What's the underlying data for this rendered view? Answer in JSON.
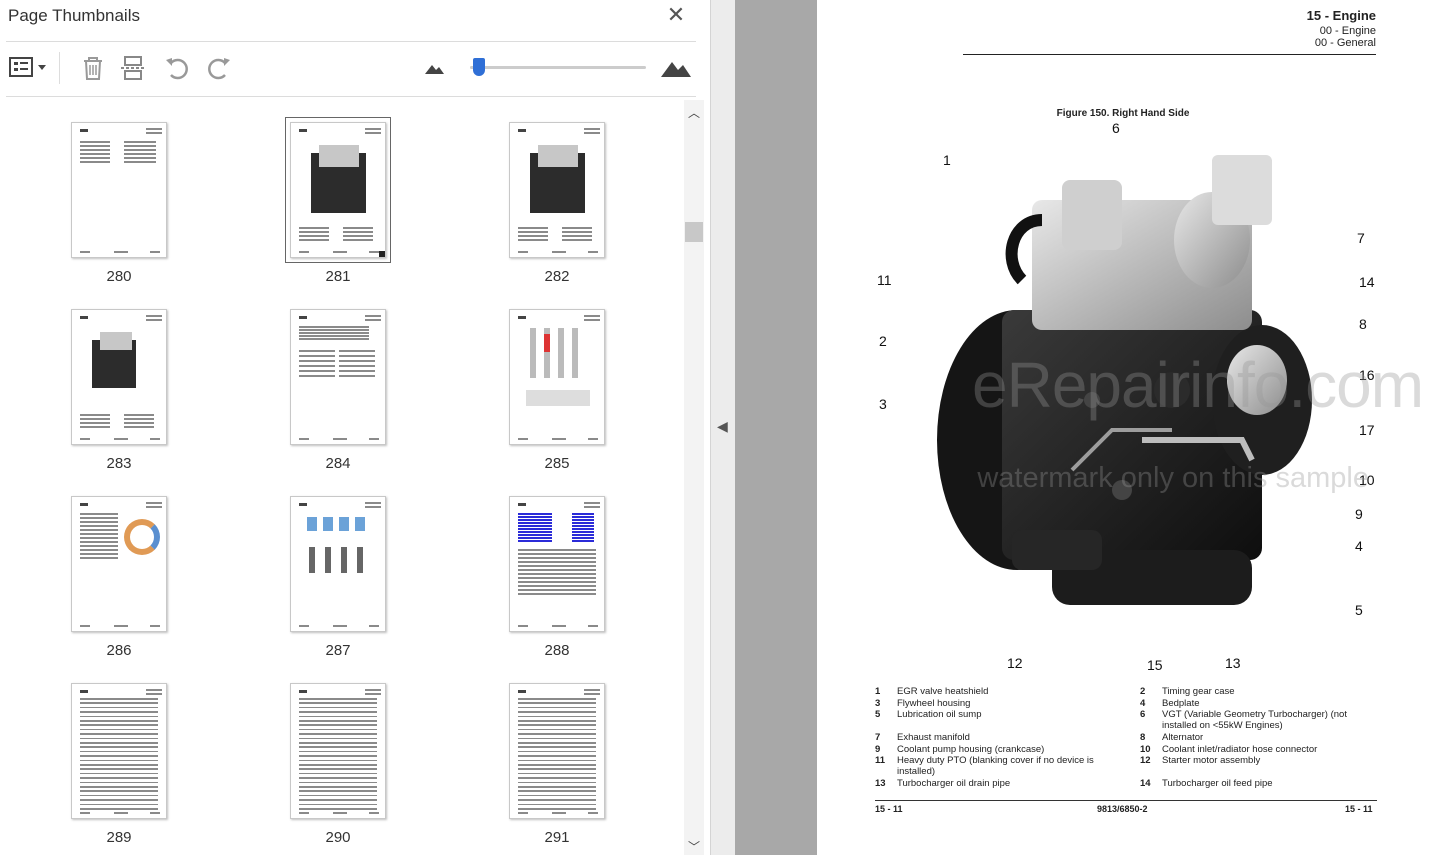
{
  "panel": {
    "title": "Page Thumbnails",
    "close_label": "✕",
    "toolbar": {
      "options_icon": "thumbnail-options-icon",
      "delete_icon": "trash-icon",
      "extract_icon": "extract-pages-icon",
      "rotate_ccw_icon": "rotate-counterclockwise-icon",
      "rotate_cw_icon": "rotate-clockwise-icon",
      "zoom_out_icon": "small-mountain-icon",
      "zoom_in_icon": "large-mountain-icon"
    },
    "thumbnail_size_value": 0.02,
    "selected_page": "281",
    "thumbnails": [
      {
        "label": "280",
        "kind": "text-list"
      },
      {
        "label": "281",
        "kind": "engine"
      },
      {
        "label": "282",
        "kind": "engine"
      },
      {
        "label": "283",
        "kind": "engine-small"
      },
      {
        "label": "284",
        "kind": "text-table"
      },
      {
        "label": "285",
        "kind": "injectors"
      },
      {
        "label": "286",
        "kind": "diagram-circle"
      },
      {
        "label": "287",
        "kind": "pistons"
      },
      {
        "label": "288",
        "kind": "blue-table"
      },
      {
        "label": "289",
        "kind": "dense-table"
      },
      {
        "label": "290",
        "kind": "dense-table"
      },
      {
        "label": "291",
        "kind": "dense-table"
      }
    ]
  },
  "doc": {
    "header_chapter": "15 - Engine",
    "header_section": "00 - Engine",
    "header_subsection": "00 - General",
    "figure_title": "Figure 150. Right Hand Side",
    "callouts": [
      "1",
      "6",
      "11",
      "7",
      "14",
      "2",
      "8",
      "3",
      "16",
      "17",
      "10",
      "9",
      "4",
      "5",
      "12",
      "15",
      "13"
    ],
    "legend": [
      {
        "n": "1",
        "t": "EGR valve heatshield"
      },
      {
        "n": "2",
        "t": "Timing gear case"
      },
      {
        "n": "3",
        "t": "Flywheel housing"
      },
      {
        "n": "4",
        "t": "Bedplate"
      },
      {
        "n": "5",
        "t": "Lubrication oil sump"
      },
      {
        "n": "6",
        "t": "VGT (Variable Geometry Turbocharger) (not installed on <55kW Engines)"
      },
      {
        "n": "7",
        "t": "Exhaust manifold"
      },
      {
        "n": "8",
        "t": "Alternator"
      },
      {
        "n": "9",
        "t": "Coolant pump housing (crankcase)"
      },
      {
        "n": "10",
        "t": "Coolant inlet/radiator hose connector"
      },
      {
        "n": "11",
        "t": "Heavy duty PTO (blanking cover if no device is installed)"
      },
      {
        "n": "12",
        "t": "Starter motor assembly"
      },
      {
        "n": "13",
        "t": "Turbocharger oil drain pipe"
      },
      {
        "n": "14",
        "t": "Turbocharger oil feed pipe"
      }
    ],
    "footer_left": "15 - 11",
    "footer_center": "9813/6850-2",
    "footer_right": "15 - 11",
    "watermark": "eRepairinfo.com",
    "watermark_sub": "watermark only on this sample"
  }
}
